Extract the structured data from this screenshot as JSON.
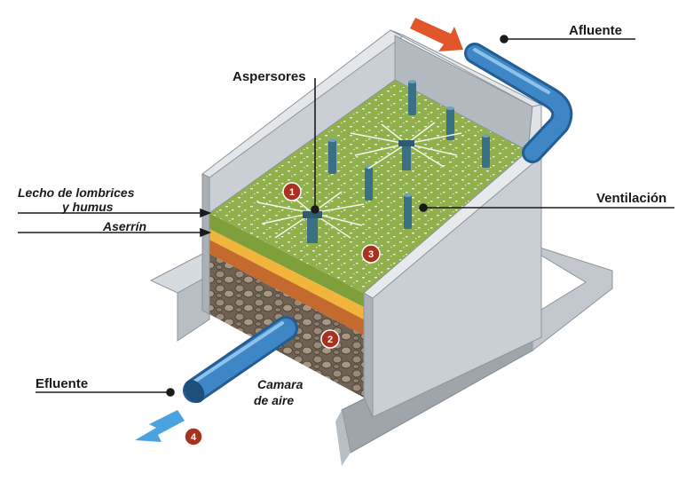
{
  "labels": {
    "afluente": "Afluente",
    "aspersores": "Aspersores",
    "lecho_line1": "Lecho de lombrices",
    "lecho_line2": "y humus",
    "aserrin": "Aserrín",
    "ventilacion": "Ventilación",
    "efluente": "Efluente",
    "camara_line1": "Camara",
    "camara_line2": "de aire"
  },
  "markers": [
    "1",
    "2",
    "3",
    "4"
  ],
  "colors": {
    "tank_wall": "#c9cfd4",
    "tank_wall_dark": "#a9b1b7",
    "bed": "#8fb04a",
    "sawdust": "#f0b53a",
    "earth": "#c46a2e",
    "gravel": "#8a7a68",
    "pipe": "#3f86c6",
    "inflow_arrow": "#e0552a",
    "outflow_arrow": "#4aa3df",
    "marker": "#a8321f"
  }
}
